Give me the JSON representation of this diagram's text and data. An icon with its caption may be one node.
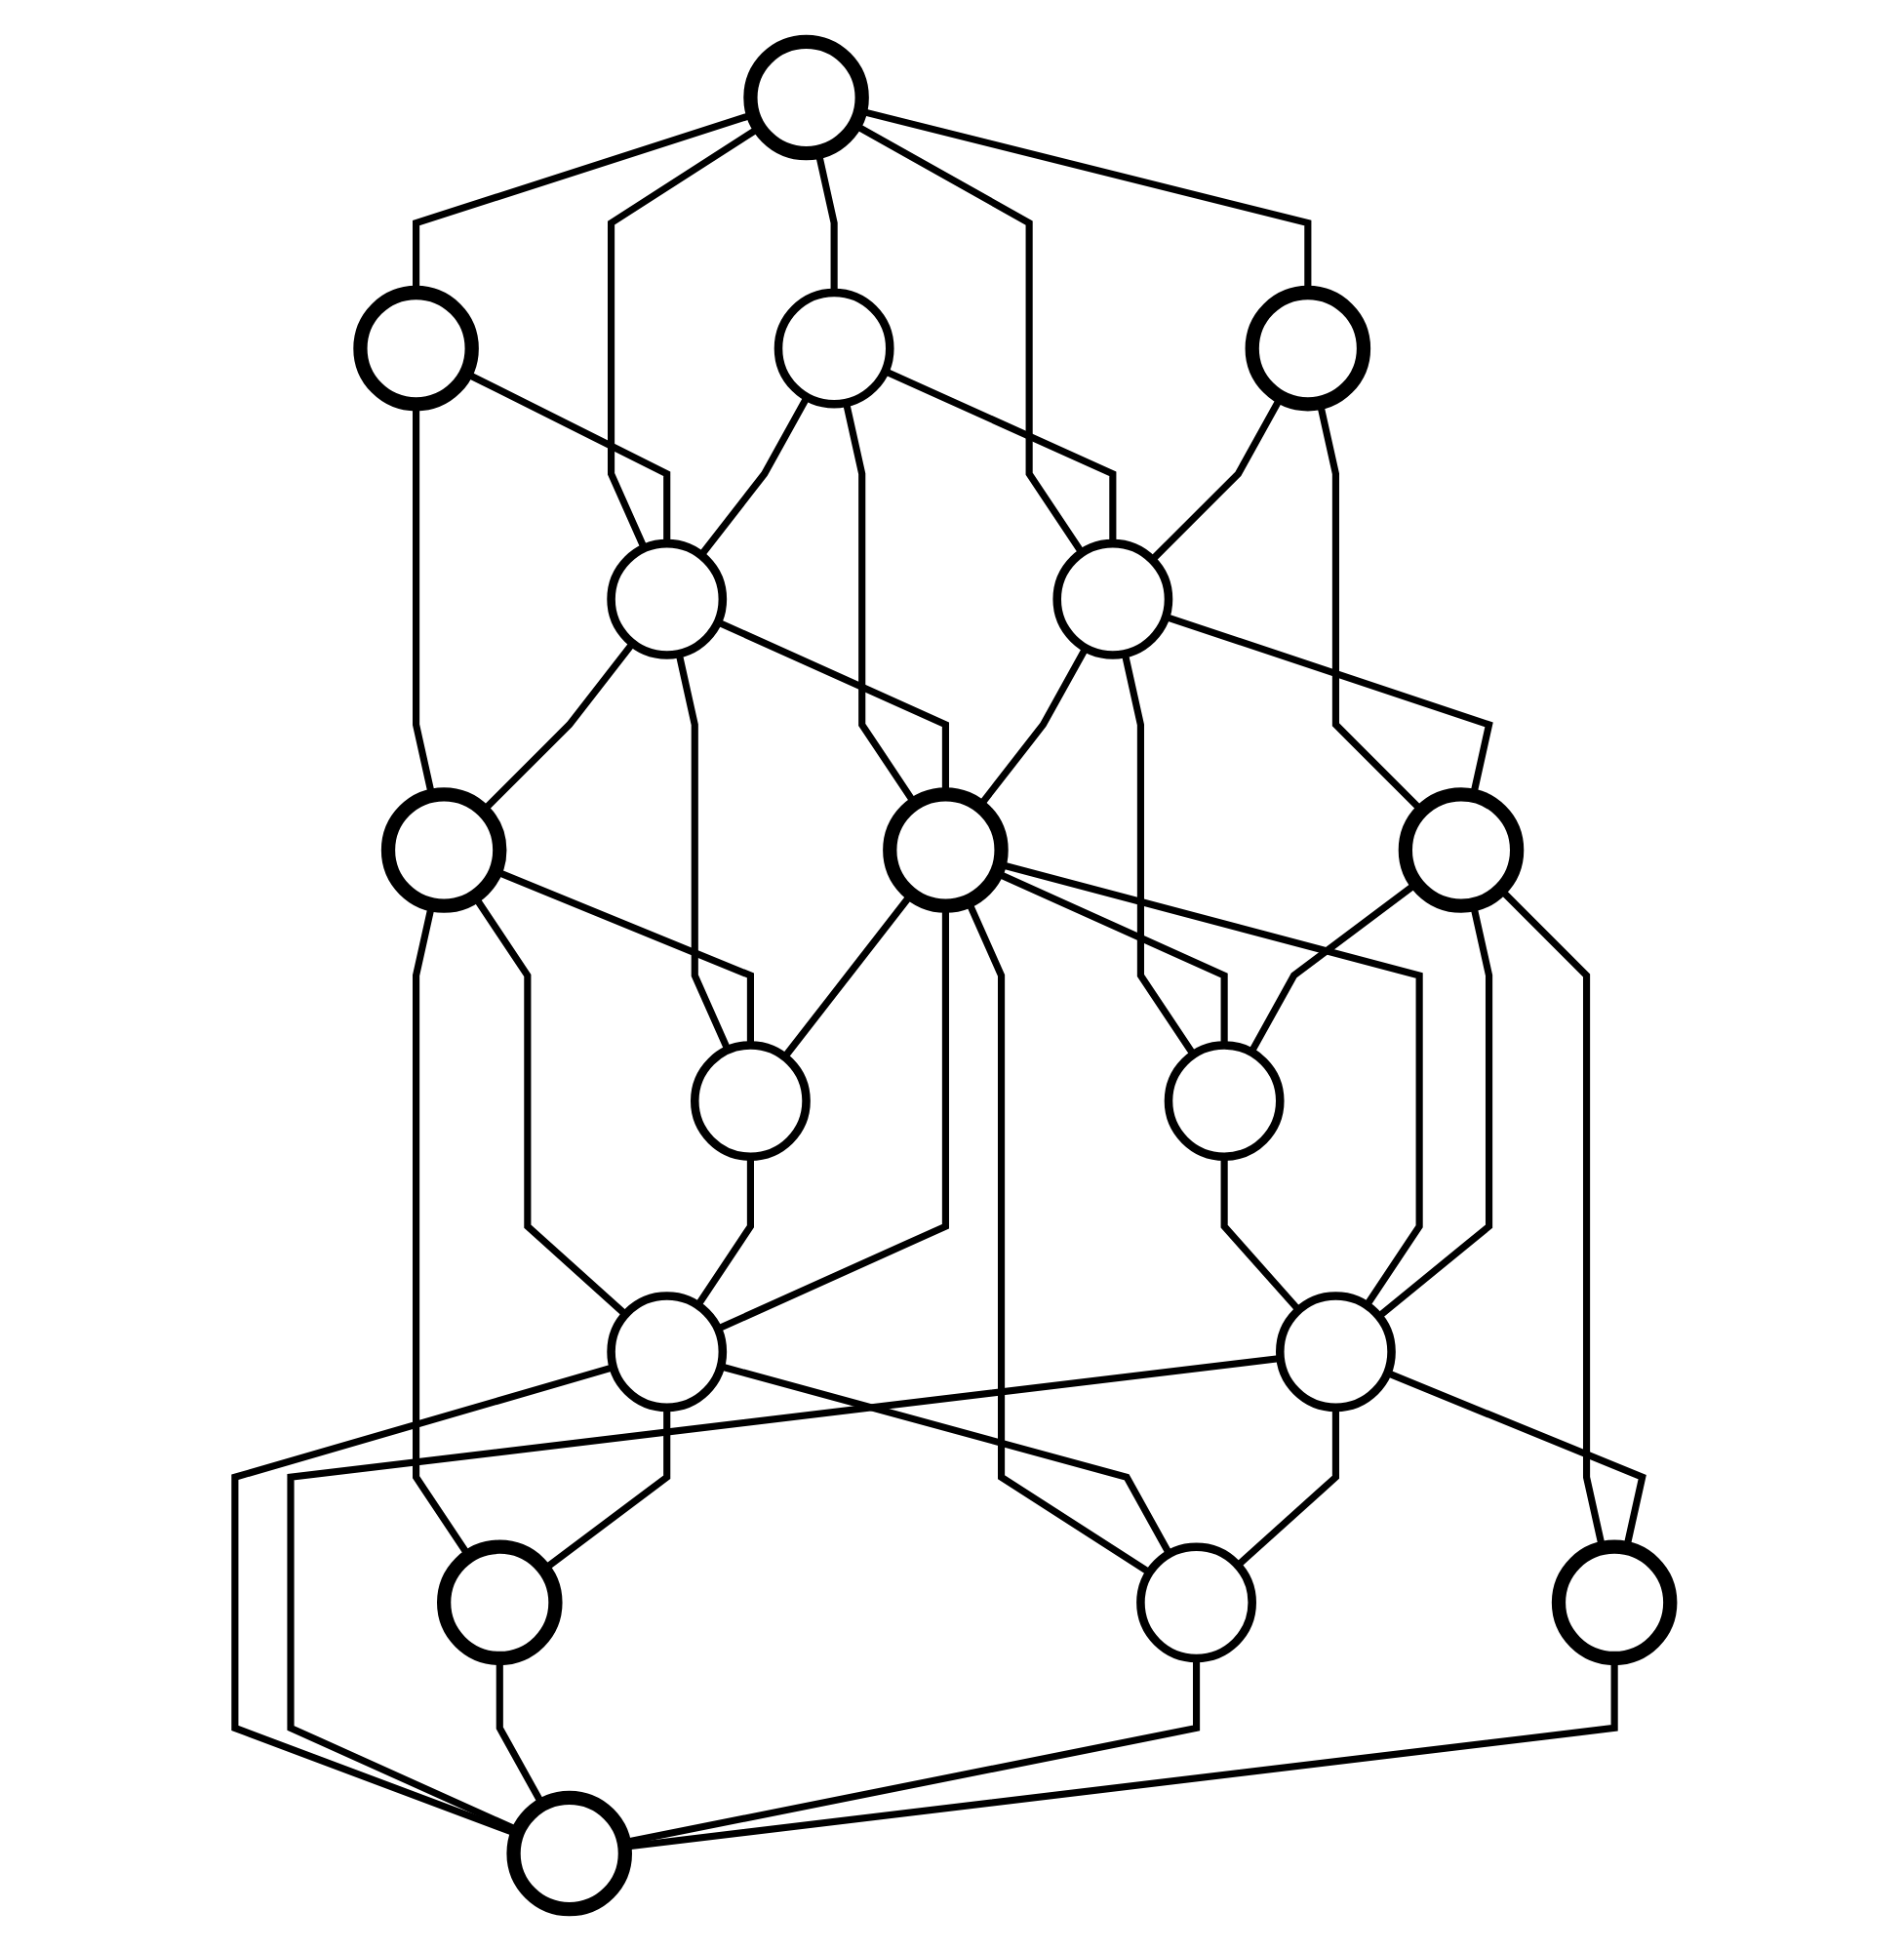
{
  "diagram": {
    "nodes": [
      {
        "text": [],
        "shape": "circle"
      },
      {
        "text": [],
        "shape": "circle"
      },
      {
        "text": [],
        "shape": "circle"
      },
      {
        "text": [],
        "shape": "circle"
      },
      {
        "text": [],
        "shape": "circle"
      },
      {
        "text": [],
        "shape": "circle"
      },
      {
        "text": [],
        "shape": "circle"
      },
      {
        "text": [],
        "shape": "circle"
      },
      {
        "text": [],
        "shape": "circle"
      },
      {
        "text": [],
        "shape": "circle"
      },
      {
        "text": [],
        "shape": "circle"
      },
      {
        "text": [],
        "shape": "circle"
      },
      {
        "text": [],
        "shape": "circle"
      },
      {
        "text": [],
        "shape": "circle"
      },
      {
        "text": [],
        "shape": "circle"
      },
      {
        "text": [],
        "shape": "circle"
      },
      {
        "text": [],
        "shape": "circle"
      }
    ],
    "edges": [
      {
        "from": 0,
        "to": 1,
        "arrow": "none"
      },
      {
        "from": 0,
        "to": 2,
        "arrow": "none"
      },
      {
        "from": 0,
        "to": 3,
        "arrow": "none"
      },
      {
        "from": 0,
        "to": 4,
        "arrow": "none"
      },
      {
        "from": 0,
        "to": 5,
        "arrow": "none"
      },
      {
        "from": 1,
        "to": 4,
        "arrow": "none"
      },
      {
        "from": 1,
        "to": 6,
        "arrow": "none"
      },
      {
        "from": 2,
        "to": 4,
        "arrow": "none"
      },
      {
        "from": 2,
        "to": 5,
        "arrow": "none"
      },
      {
        "from": 2,
        "to": 8,
        "arrow": "none"
      },
      {
        "from": 3,
        "to": 5,
        "arrow": "none"
      },
      {
        "from": 3,
        "to": 10,
        "arrow": "none"
      },
      {
        "from": 4,
        "to": 6,
        "arrow": "none"
      },
      {
        "from": 4,
        "to": 7,
        "arrow": "none"
      },
      {
        "from": 4,
        "to": 8,
        "arrow": "none"
      },
      {
        "from": 5,
        "to": 8,
        "arrow": "none"
      },
      {
        "from": 5,
        "to": 9,
        "arrow": "none"
      },
      {
        "from": 5,
        "to": 10,
        "arrow": "none"
      },
      {
        "from": 6,
        "to": 7,
        "arrow": "none"
      },
      {
        "from": 6,
        "to": 11,
        "arrow": "none"
      },
      {
        "from": 6,
        "to": 13,
        "arrow": "none"
      },
      {
        "from": 8,
        "to": 7,
        "arrow": "none"
      },
      {
        "from": 7,
        "to": 11,
        "arrow": "none"
      },
      {
        "from": 8,
        "to": 9,
        "arrow": "none"
      },
      {
        "from": 10,
        "to": 9,
        "arrow": "none"
      },
      {
        "from": 9,
        "to": 12,
        "arrow": "none"
      },
      {
        "from": 8,
        "to": 11,
        "arrow": "none"
      },
      {
        "from": 8,
        "to": 12,
        "arrow": "none"
      },
      {
        "from": 8,
        "to": 14,
        "arrow": "none"
      },
      {
        "from": 10,
        "to": 12,
        "arrow": "none"
      },
      {
        "from": 10,
        "to": 15,
        "arrow": "none"
      },
      {
        "from": 11,
        "to": 13,
        "arrow": "none"
      },
      {
        "from": 11,
        "to": 14,
        "arrow": "none"
      },
      {
        "from": 11,
        "to": 16,
        "arrow": "none"
      },
      {
        "from": 12,
        "to": 14,
        "arrow": "none"
      },
      {
        "from": 12,
        "to": 15,
        "arrow": "none"
      },
      {
        "from": 12,
        "to": 16,
        "arrow": "none"
      },
      {
        "from": 13,
        "to": 16,
        "arrow": "none"
      },
      {
        "from": 14,
        "to": 16,
        "arrow": "none"
      },
      {
        "from": 15,
        "to": 16,
        "arrow": "none"
      }
    ]
  }
}
